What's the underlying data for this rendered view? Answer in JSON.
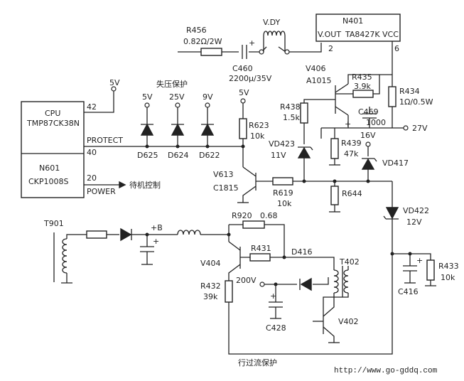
{
  "components": {
    "r456": {
      "ref": "R456",
      "value": "0.82Ω/2W"
    },
    "vdy": {
      "ref": "V.DY"
    },
    "n401": {
      "ref": "N401",
      "pin_vout": "V.OUT",
      "part": "TA8427K",
      "pin_vcc": "VCC",
      "pin2": "2",
      "pin6": "6"
    },
    "c460": {
      "ref": "C460",
      "value": "2200μ/35V"
    },
    "v406": {
      "ref": "V406",
      "part": "A1015"
    },
    "r435": {
      "ref": "R435",
      "value": "3.9k"
    },
    "r434": {
      "ref": "R434",
      "value": "1Ω/0.5W"
    },
    "c469": {
      "ref": "C469",
      "value": "1000"
    },
    "r438": {
      "ref": "R438",
      "value": "1.5k"
    },
    "r439": {
      "ref": "R439",
      "value": "47k"
    },
    "vd423": {
      "ref": "VD423",
      "value": "11V"
    },
    "vd417": {
      "ref": "VD417"
    },
    "r623": {
      "ref": "R623",
      "value": "10k"
    },
    "v613": {
      "ref": "V613",
      "part": "C1815"
    },
    "r619": {
      "ref": "R619",
      "value": "10k"
    },
    "r644": {
      "ref": "R644"
    },
    "vd422": {
      "ref": "VD422",
      "value": "12V"
    },
    "d625": {
      "ref": "D625"
    },
    "d624": {
      "ref": "D624"
    },
    "d622": {
      "ref": "D622"
    },
    "cpu": {
      "label": "CPU",
      "part": "TMP87CK38N",
      "protect_label": "PROTECT",
      "pin42": "42",
      "pin40": "40",
      "n601": "N601",
      "n601_part": "CKP1008S",
      "pin20": "20",
      "power_label": "POWER"
    },
    "t901": {
      "ref": "T901"
    },
    "r920": {
      "ref": "R920",
      "value": "0.68"
    },
    "r431": {
      "ref": "R431"
    },
    "d416": {
      "ref": "D416"
    },
    "v404": {
      "ref": "V404"
    },
    "r432": {
      "ref": "R432",
      "value": "39k"
    },
    "t402": {
      "ref": "T402"
    },
    "c428": {
      "ref": "C428"
    },
    "v402": {
      "ref": "V402"
    },
    "c416": {
      "ref": "C416"
    },
    "r433": {
      "ref": "R433",
      "value": "10k"
    }
  },
  "rails": {
    "v5_cpu": "5V",
    "v5_d625": "5V",
    "v25": "25V",
    "v9": "9V",
    "v5_r623": "5V",
    "v27": "27V",
    "v16": "16V",
    "plus_b": "+B",
    "v200": "200V"
  },
  "annotations": {
    "undervoltage_protection": "失压保护",
    "standby_control": "待机控制",
    "line_overcurrent_protection": "行过流保护",
    "source_url": "http://www.go-gddq.com"
  }
}
